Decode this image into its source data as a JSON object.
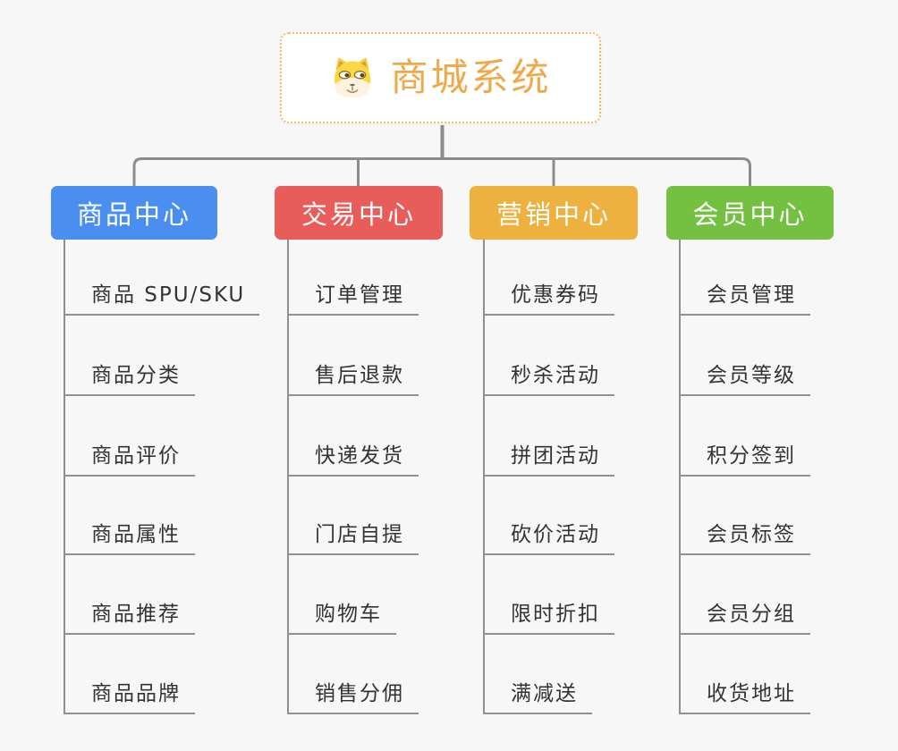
{
  "canvas": {
    "background": "#f7f7f7",
    "line_color": "#8c8c8c",
    "item_text_color": "#333333",
    "underline_color": "#919191"
  },
  "root": {
    "title": "商城系统",
    "icon": "dog-face-icon",
    "text_color": "#f0a848",
    "border_color": "#f3bc64"
  },
  "branches": [
    {
      "label": "商品中心",
      "color": "#4a8ff0",
      "items": [
        "商品 SPU/SKU",
        "商品分类",
        "商品评价",
        "商品属性",
        "商品推荐",
        "商品品牌"
      ]
    },
    {
      "label": "交易中心",
      "color": "#e85c5a",
      "items": [
        "订单管理",
        "售后退款",
        "快递发货",
        "门店自提",
        "购物车",
        "销售分佣"
      ]
    },
    {
      "label": "营销中心",
      "color": "#eeb03e",
      "items": [
        "优惠券码",
        "秒杀活动",
        "拼团活动",
        "砍价活动",
        "限时折扣",
        "满减送"
      ]
    },
    {
      "label": "会员中心",
      "color": "#74c041",
      "items": [
        "会员管理",
        "会员等级",
        "积分签到",
        "会员标签",
        "会员分组",
        "收货地址"
      ]
    }
  ]
}
